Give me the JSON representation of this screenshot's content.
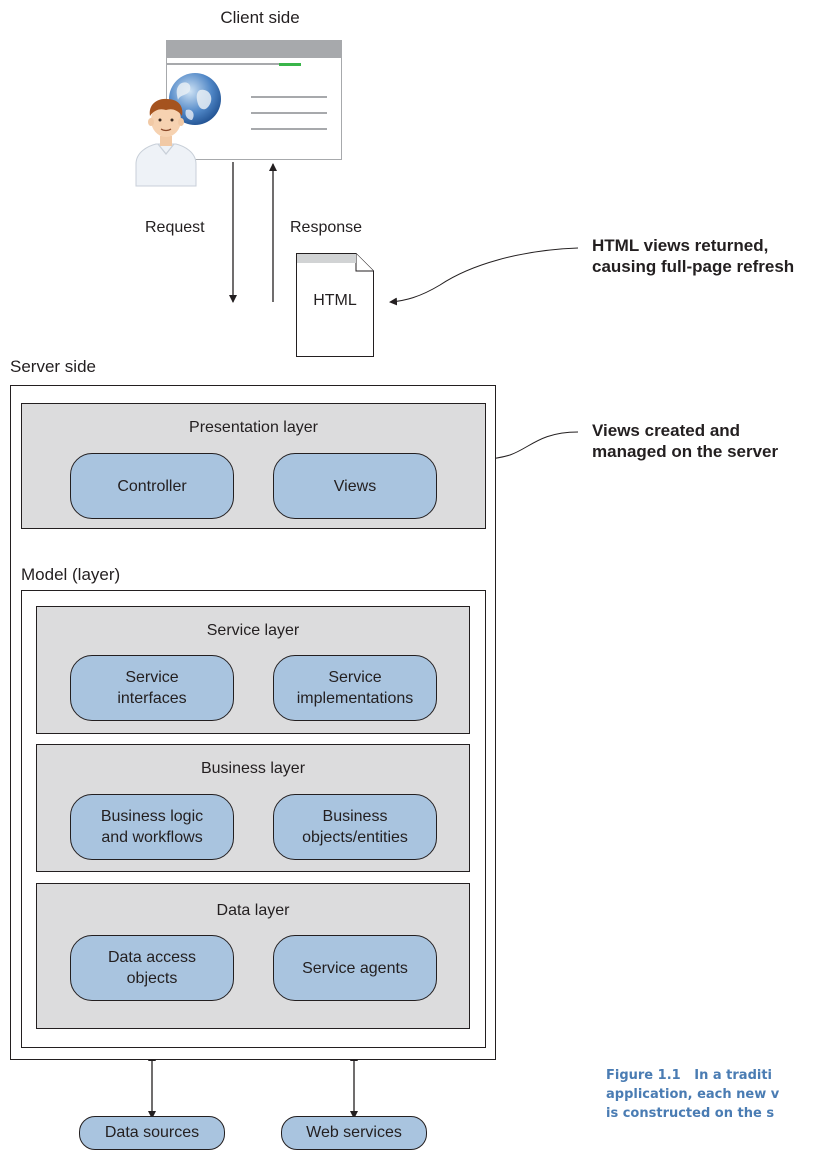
{
  "client": {
    "label": "Client side"
  },
  "request_label": "Request",
  "response_label": "Response",
  "html_doc": {
    "label": "HTML"
  },
  "callouts": {
    "html_views": "HTML views returned,\ncausing full-page refresh",
    "views_created": "Views created and\nmanaged on the server"
  },
  "server": {
    "label": "Server side",
    "presentation": {
      "title": "Presentation layer",
      "items": [
        "Controller",
        "Views"
      ]
    },
    "model_label": "Model (layer)",
    "service": {
      "title": "Service layer",
      "items": [
        "Service\ninterfaces",
        "Service\nimplementations"
      ]
    },
    "business": {
      "title": "Business layer",
      "items": [
        "Business logic\nand workflows",
        "Business\nobjects/entities"
      ]
    },
    "data": {
      "title": "Data layer",
      "items": [
        "Data access\nobjects",
        "Service agents"
      ]
    }
  },
  "externals": [
    "Data sources",
    "Web services"
  ],
  "caption": {
    "line1": "Figure 1.1   In a traditi",
    "line2": "application, each new v",
    "line3": "is constructed on the s"
  },
  "colors": {
    "pill": "#a9c4df",
    "panel": "#dcdcdd",
    "caption": "#4a7cb3",
    "browser_bar": "#a7a9ac",
    "accent_green": "#39b54a"
  }
}
